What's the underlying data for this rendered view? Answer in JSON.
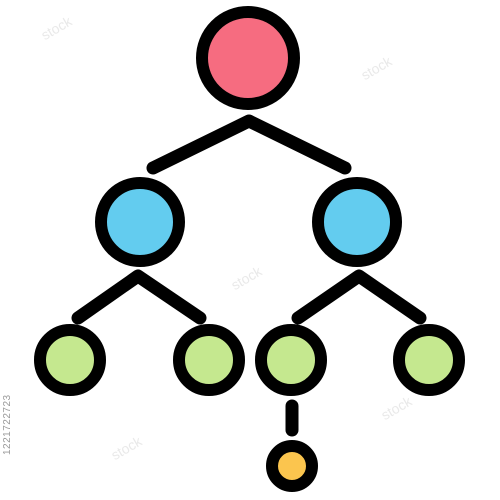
{
  "icon": {
    "name": "hierarchy-tree-icon",
    "colors": {
      "outline": "#000000",
      "root": "#f66c80",
      "middle": "#63ccef",
      "leaf": "#c5e88f",
      "extra": "#fbc54e"
    },
    "nodes": [
      "root-node",
      "middle-node-left",
      "middle-node-right",
      "leaf-node-1",
      "leaf-node-2",
      "leaf-node-3",
      "leaf-node-4",
      "sub-leaf-node"
    ]
  },
  "watermark": {
    "text": "stock",
    "side_id": "1221722723"
  }
}
